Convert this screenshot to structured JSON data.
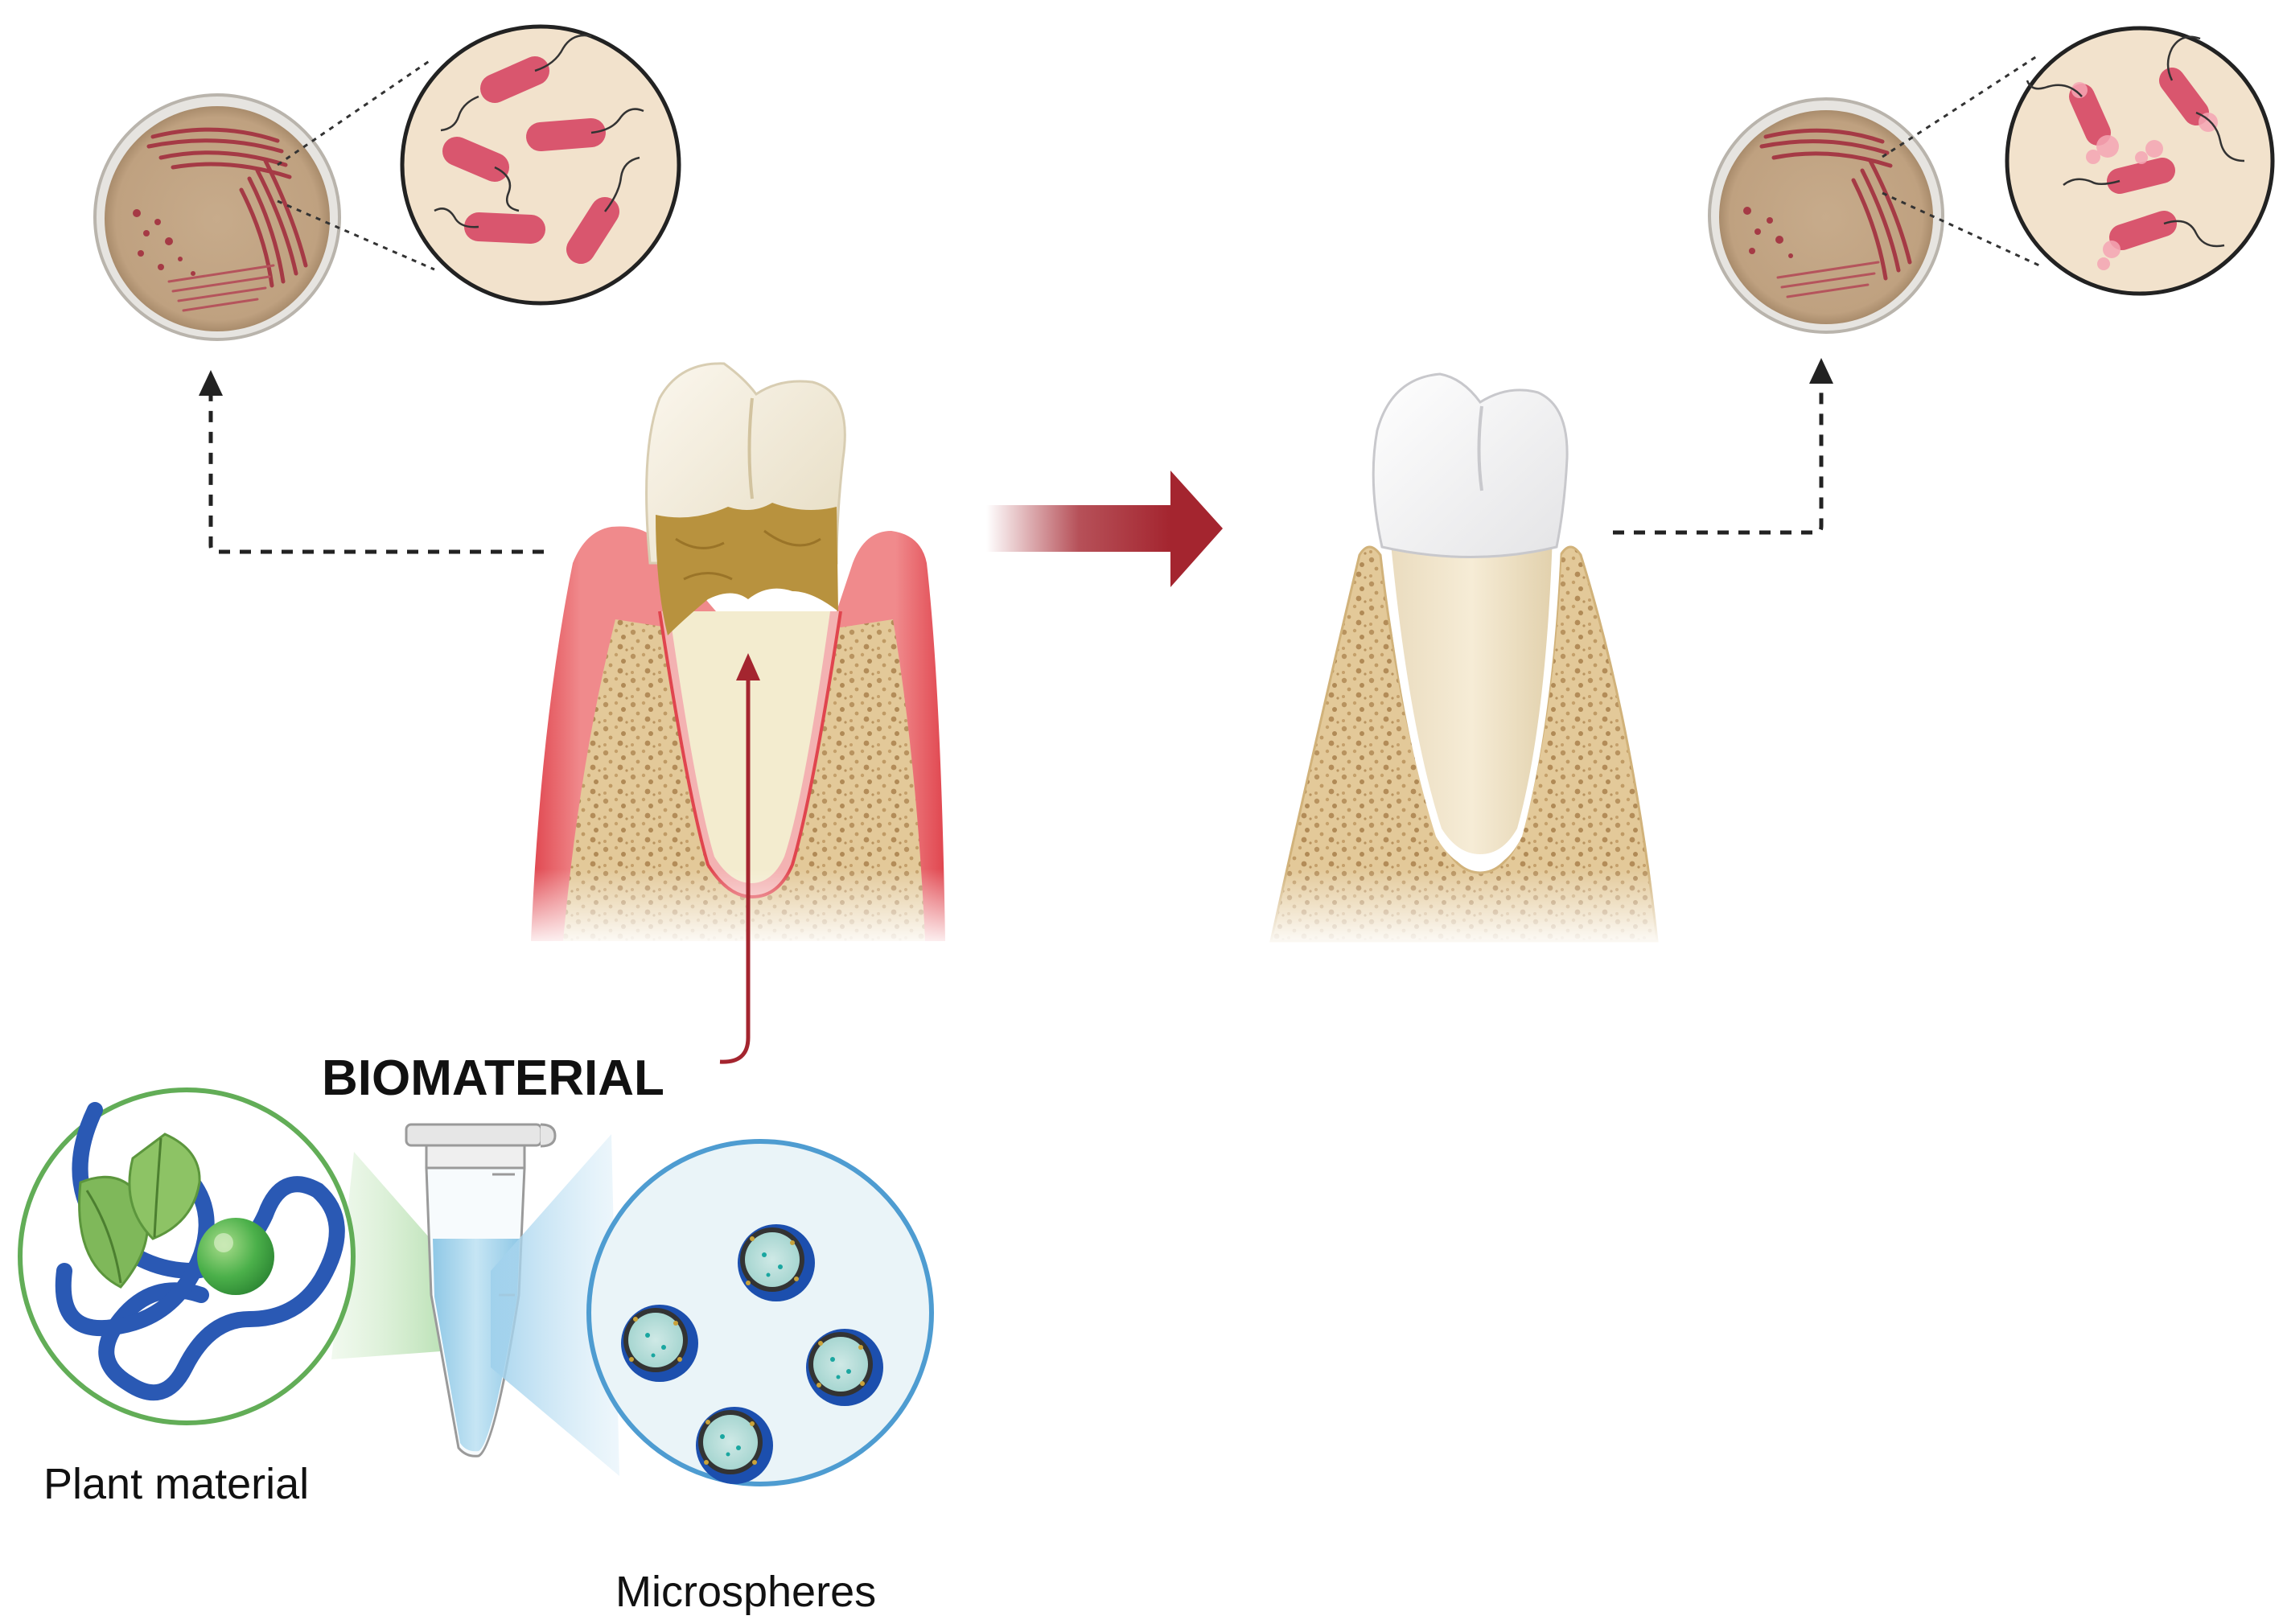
{
  "labels": {
    "biomaterial": "BIOMATERIAL",
    "plant_material": "Plant material",
    "microspheres": "Microspheres"
  },
  "colors": {
    "bacteria": "#d9566e",
    "gum": "#e0454e",
    "bone": "#dcc18d",
    "bone_spots": "#b89563",
    "tartar": "#b8923e",
    "enamel": "#f2ead7",
    "arrow": "#a4252f",
    "leaf": "#7fb85a",
    "polymer": "#2a59b4",
    "sphere": "#4bb04a",
    "liquid": "#a9d5ec",
    "microsphere_shell": "#1c4fae",
    "petri_agar": "#c8ad8d",
    "zoom_bg": "#f2e2cc"
  },
  "icons": [
    "petri-dish-icon",
    "bacteria-icon",
    "diseased-tooth-icon",
    "healthy-tooth-icon",
    "microcentrifuge-tube-icon",
    "leaf-icon",
    "microsphere-icon"
  ]
}
